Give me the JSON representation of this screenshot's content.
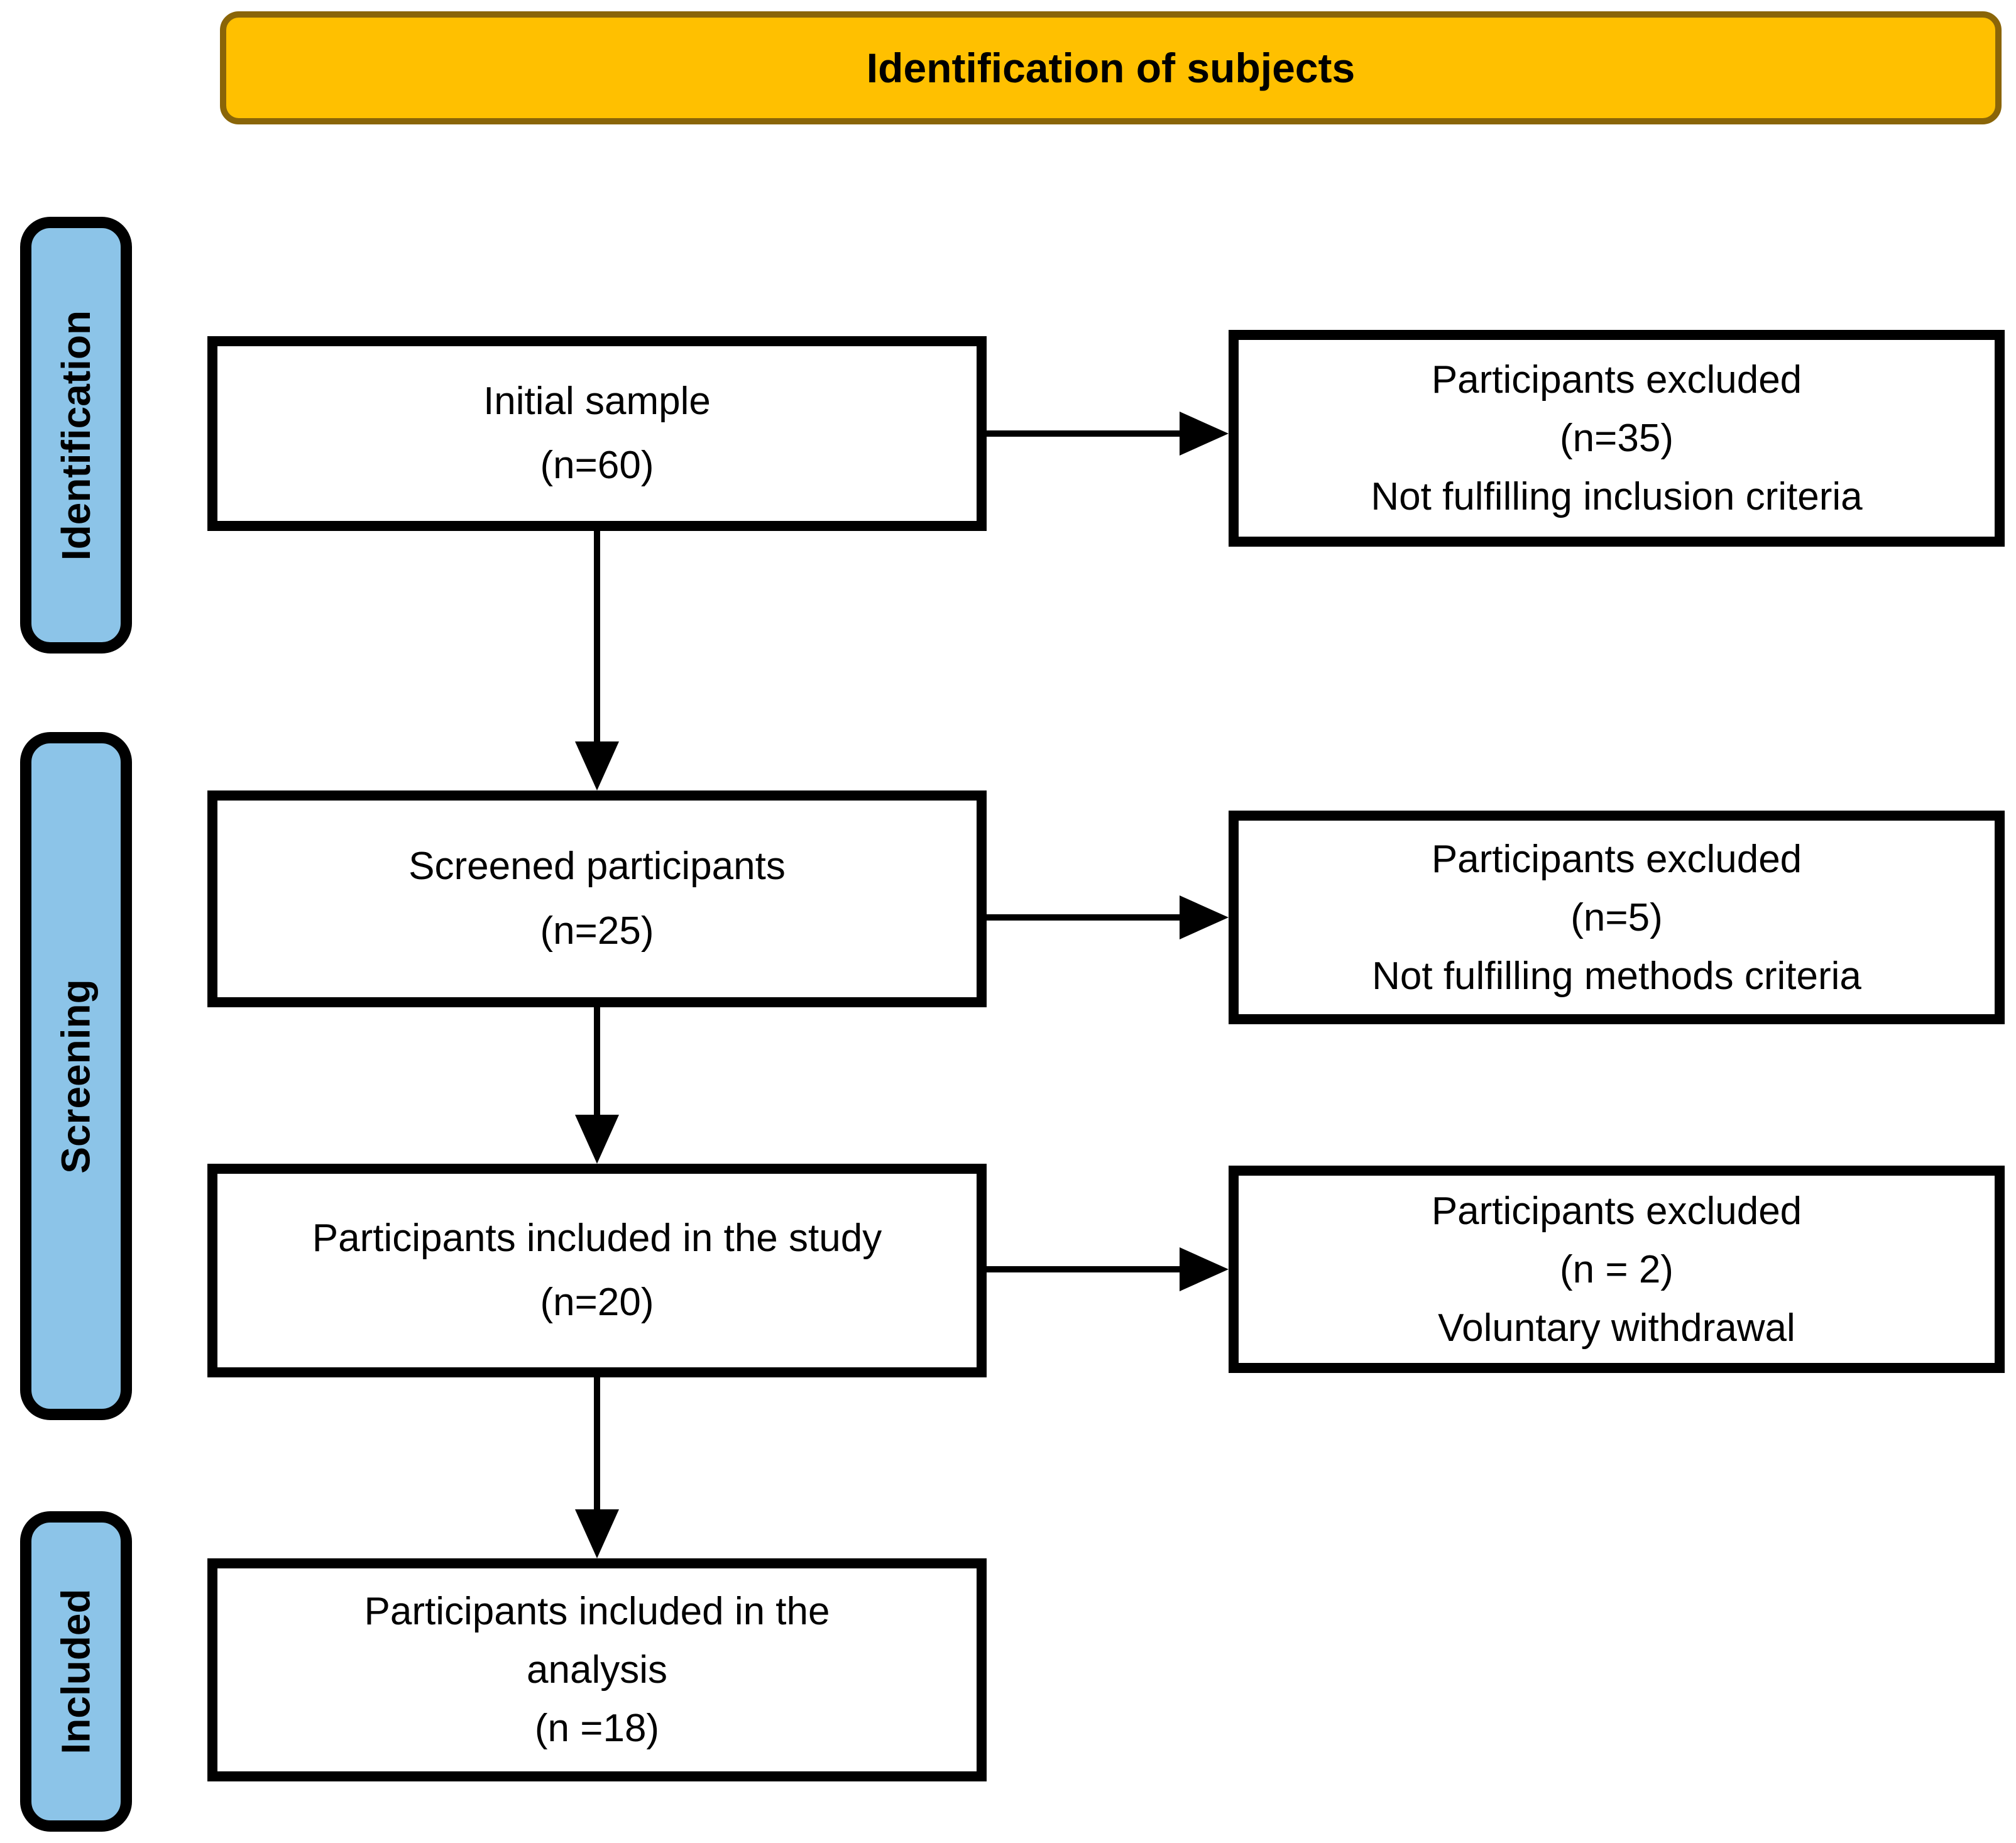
{
  "header": {
    "title": "Identification of subjects"
  },
  "stages": [
    {
      "label": "Identification"
    },
    {
      "label": "Screening"
    },
    {
      "label": "Included"
    }
  ],
  "main_boxes": [
    {
      "lines": [
        "Initial sample",
        "(n=60)"
      ]
    },
    {
      "lines": [
        "Screened participants",
        "(n=25)"
      ]
    },
    {
      "lines": [
        "Participants included in the study",
        "(n=20)"
      ]
    },
    {
      "lines": [
        "Participants included in the",
        "analysis",
        "(n =18)"
      ]
    }
  ],
  "excluded_boxes": [
    {
      "lines": [
        "Participants excluded",
        "(n=35)",
        "Not fulfilling inclusion criteria"
      ]
    },
    {
      "lines": [
        "Participants excluded",
        "(n=5)",
        "Not fulfilling methods criteria"
      ]
    },
    {
      "lines": [
        "Participants excluded",
        "(n = 2)",
        "Voluntary withdrawal"
      ]
    }
  ],
  "colors": {
    "header_fill": "#FFC000",
    "header_border": "#8A6508",
    "label_fill": "#8CC4E8",
    "label_border": "#000000",
    "box_border": "#000000",
    "arrow": "#000000"
  }
}
